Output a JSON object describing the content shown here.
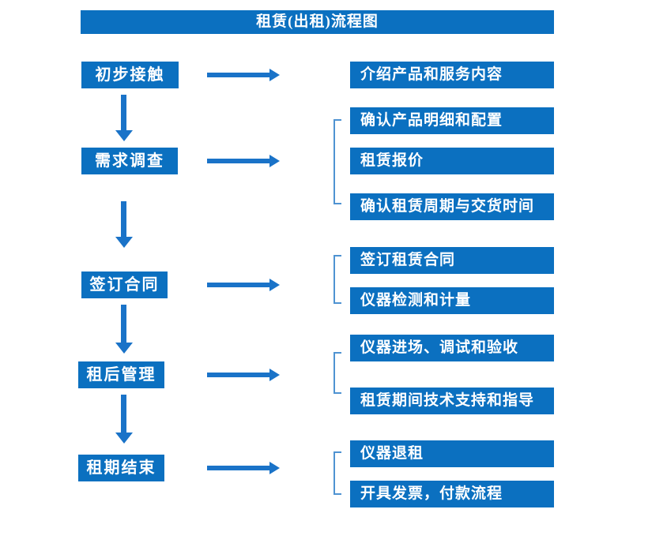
{
  "title": "租赁(出租)流程图",
  "colors": {
    "box_blue": "#0b70c0",
    "arrow_blue": "#1a73c8",
    "bracket_blue": "#4f93d2",
    "text_color": "#ffffff",
    "background": "#ffffff"
  },
  "flow": {
    "stages": [
      {
        "label": "初步接触",
        "outputs": [
          "介绍产品和服务内容"
        ]
      },
      {
        "label": "需求调查",
        "outputs": [
          "确认产品明细和配置",
          "租赁报价",
          "确认租赁周期与交货时间"
        ]
      },
      {
        "label": "签订合同",
        "outputs": [
          "签订租赁合同",
          "仪器检测和计量"
        ]
      },
      {
        "label": "租后管理",
        "outputs": [
          "仪器进场、调试和验收",
          "租赁期间技术支持和指导"
        ]
      },
      {
        "label": "租期结束",
        "outputs": [
          "仪器退租",
          "开具发票，付款流程"
        ]
      }
    ]
  }
}
